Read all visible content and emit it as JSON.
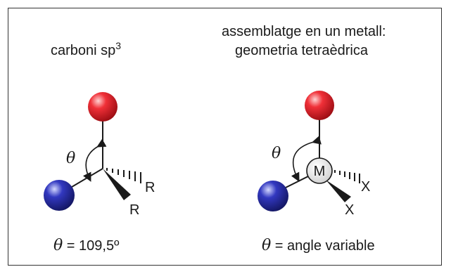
{
  "left_panel": {
    "title_main": "carboni sp",
    "title_sup": "3",
    "theta_symbol": "θ",
    "substituent_1": "R",
    "substituent_2": "R",
    "caption_theta": "θ",
    "caption_text": " = 109,5º"
  },
  "right_panel": {
    "title_line1": "assemblatge en un metall:",
    "title_line2": "geometria tetraèdrica",
    "theta_symbol": "θ",
    "metal_label": "M",
    "ligand_1": "X",
    "ligand_2": "X",
    "caption_theta": "θ",
    "caption_text": " = angle variable"
  },
  "colors": {
    "red_sphere": "#e0202a",
    "blue_sphere": "#2a2fa8",
    "frame": "#333333"
  }
}
